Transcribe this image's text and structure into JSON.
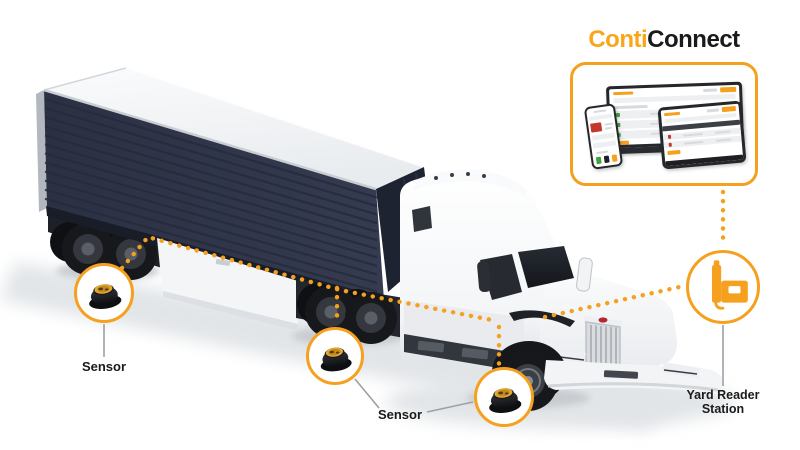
{
  "title": {
    "brand_prefix": "Conti",
    "brand_suffix": "Connect"
  },
  "callouts": {
    "sensor_left": "Sensor",
    "sensor_middle": "Sensor",
    "yard_reader_line1": "Yard Reader",
    "yard_reader_line2": "Station"
  },
  "colors": {
    "accent_orange": "#F5A01E",
    "title_orange": "#F9A61B",
    "title_black": "#1A1A1A",
    "trailer_navy": "#2E3447",
    "connector_gray": "#9CA1A6",
    "alert_red": "#C4372C",
    "ok_green": "#3FA23F"
  },
  "icons": {
    "tire_sensor": "tire-sensor-icon",
    "yard_reader_station": "yard-reader-station-icon",
    "device_mockups": "phone-laptop-tablet-dashboard-mockups"
  }
}
